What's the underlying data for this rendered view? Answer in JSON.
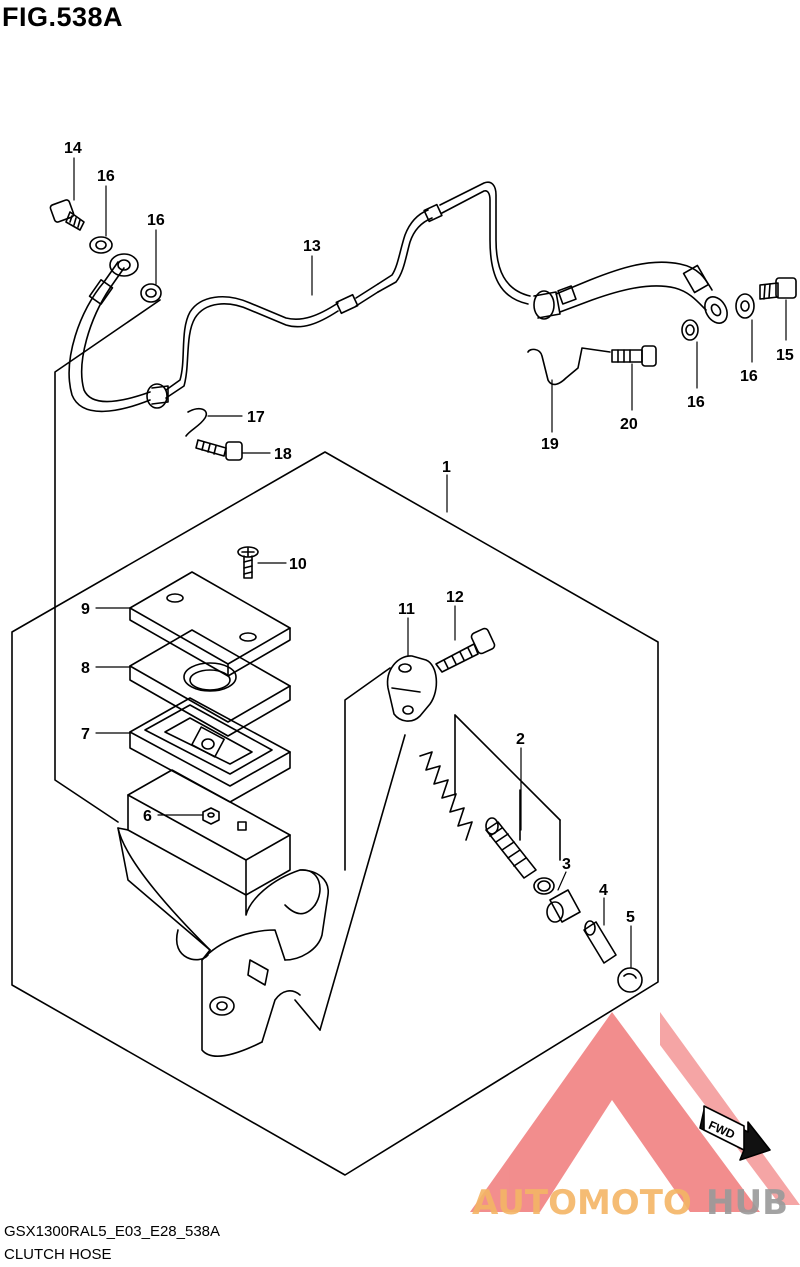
{
  "figure": {
    "title": "FIG.538A",
    "code": "GSX1300RAL5_E03_E28_538A",
    "name": "CLUTCH HOSE",
    "direction_badge": "FWD"
  },
  "watermark": {
    "brand_part1": "AUTOMOTO",
    "brand_part2": "HUB",
    "colors": {
      "triangle": "#f07a7a",
      "part1": "#f4b566",
      "part2": "#9a9a9a"
    }
  },
  "callouts": {
    "c1": "1",
    "c2": "2",
    "c3": "3",
    "c4": "4",
    "c5": "5",
    "c6": "6",
    "c7": "7",
    "c8": "8",
    "c9": "9",
    "c10": "10",
    "c11": "11",
    "c12": "12",
    "c13": "13",
    "c14": "14",
    "c15": "15",
    "c16a": "16",
    "c16b": "16",
    "c16c": "16",
    "c16d": "16",
    "c17": "17",
    "c18": "18",
    "c19": "19",
    "c20": "20"
  }
}
